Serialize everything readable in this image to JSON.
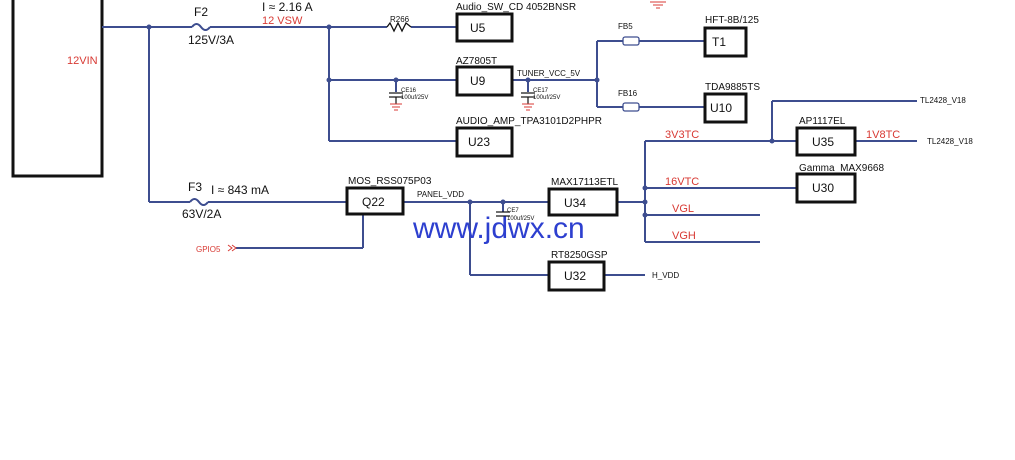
{
  "nets": {
    "input": "12VIN",
    "vsw": "12 VSW",
    "tuner_vcc": "TUNER_VCC_5V",
    "panel_vdd": "PANEL_VDD",
    "v3v3tc": "3V3TC",
    "v1v8tc": "1V8TC",
    "v16vtc": "16VTC",
    "vgl": "VGL",
    "vgh": "VGH",
    "h_vdd": "H_VDD",
    "tl2428_v18_a": "TL2428_V18",
    "tl2428_v18_b": "TL2428_V18",
    "gpio": "GPIO5"
  },
  "currents": {
    "f2": "I ≈ 2.16 A",
    "f3": "I ≈ 843 mA"
  },
  "fuses": {
    "f2": {
      "ref": "F2",
      "rating": "125V/3A"
    },
    "f3": {
      "ref": "F3",
      "rating": "63V/2A"
    }
  },
  "passives": {
    "r266": "R266",
    "fb5": "FB5",
    "fb16": "FB16",
    "ce16": {
      "ref": "CE16",
      "value": "100uf/25V"
    },
    "ce17": {
      "ref": "CE17",
      "value": "100uf/25V"
    },
    "ce7": {
      "ref": "CE7",
      "value": "100uf/25V"
    }
  },
  "chips": {
    "u5": {
      "ref": "U5",
      "part": "Audio_SW_CD 4052BNSR"
    },
    "u9": {
      "ref": "U9",
      "part": "AZ7805T"
    },
    "u23": {
      "ref": "U23",
      "part": "AUDIO_AMP_TPA3101D2PHPR"
    },
    "t1": {
      "ref": "T1",
      "part": "HFT-8B/125"
    },
    "u10": {
      "ref": "U10",
      "part": "TDA9885TS"
    },
    "q22": {
      "ref": "Q22",
      "part": "MOS_RSS075P03"
    },
    "u34": {
      "ref": "U34",
      "part": "MAX17113ETL"
    },
    "u32": {
      "ref": "U32",
      "part": "RT8250GSP"
    },
    "u35": {
      "ref": "U35",
      "part": "AP1117EL"
    },
    "u30": {
      "ref": "U30",
      "part": "Gamma_MAX9668"
    }
  },
  "watermark": "www.jdwx.cn",
  "colors": {
    "wire": "#3d4d8f",
    "net_label": "#d83a34",
    "watermark": "#2d3fcf"
  }
}
